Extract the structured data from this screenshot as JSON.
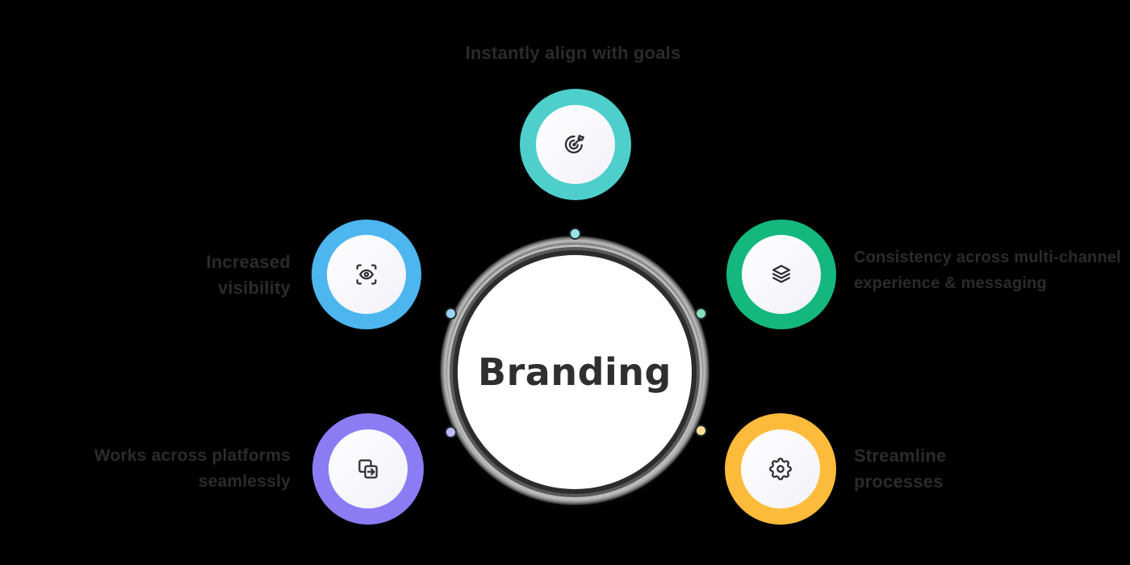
{
  "diagram": {
    "center": {
      "title": "Branding"
    },
    "nodes": [
      {
        "id": "top",
        "icon": "target-arrow-icon",
        "color": "#4ECFCB",
        "label_lines": [
          "Instantly align with goals"
        ]
      },
      {
        "id": "left-middle",
        "icon": "eye-scan-icon",
        "color": "#4DB6EF",
        "label_lines": [
          "Increased",
          "visibility"
        ]
      },
      {
        "id": "right-middle",
        "icon": "layers-icon",
        "color": "#14B87F",
        "label_lines": [
          "Consistency across multi-channel",
          "experience & messaging"
        ]
      },
      {
        "id": "bottom-left",
        "icon": "switch-arrow-icon",
        "color": "#8B7CF3",
        "label_lines": [
          "Works across platforms",
          "seamlessly"
        ]
      },
      {
        "id": "bottom-right",
        "icon": "gear-icon",
        "color": "#FDBB3B",
        "label_lines": [
          "Streamline",
          "processes"
        ]
      }
    ],
    "connector_dots": [
      {
        "position": "top",
        "color": "#9EE3E0"
      },
      {
        "position": "left-upper",
        "color": "#9BD5F5"
      },
      {
        "position": "right-upper",
        "color": "#86DDB9"
      },
      {
        "position": "left-lower",
        "color": "#C3B8F8"
      },
      {
        "position": "right-lower",
        "color": "#FDDD95"
      }
    ],
    "colors": {
      "background": "#000000",
      "label_text": "#2B2B2B",
      "hub_fill": "#FFFFFF",
      "hub_text": "#2F2F2F",
      "icon_stroke": "#2E2E33"
    }
  }
}
